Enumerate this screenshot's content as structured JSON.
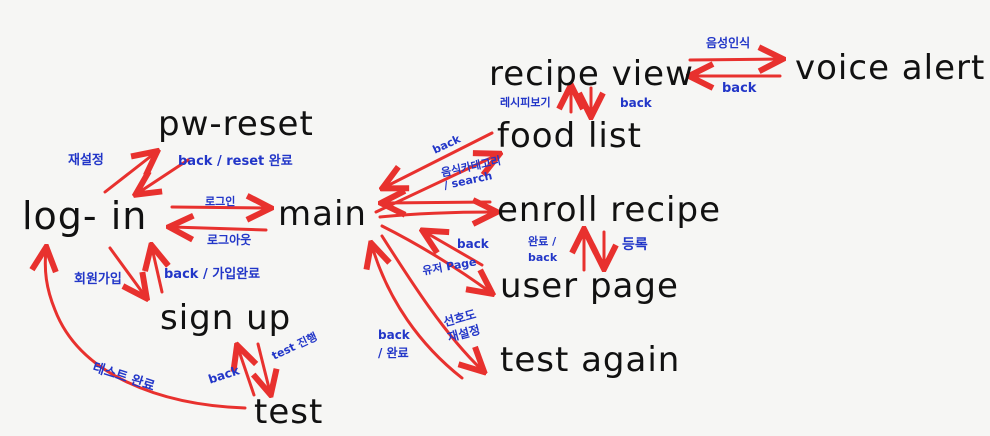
{
  "colors": {
    "background": "#f6f6f4",
    "node_text": "#111111",
    "arrow": "#e8312e",
    "label": "#2236c8"
  },
  "nodes": {
    "login": "log- in",
    "pw_reset": "pw-reset",
    "main": "main",
    "sign_up": "sign up",
    "test": "test",
    "recipe_view": "recipe view",
    "voice_alert": "voice alert",
    "food_list": "food list",
    "enroll_recipe": "enroll recipe",
    "user_page": "user page",
    "test_again": "test again"
  },
  "labels": {
    "reset_pw": "재설정",
    "back_reset_done": "back / reset 완료",
    "login_action": "로그인",
    "logout_action": "로그아웃",
    "register_member": "회원가입",
    "back_signup_done": "back / 가입완료",
    "test_done": "테스트 완료",
    "back_test": "back",
    "test_proceed": "test 진행",
    "voice_recognition": "음성인식",
    "back_voice": "back",
    "recipe_view_action": "레시피보기",
    "back_recipe": "back",
    "back_food": "back",
    "category_search": "음식카테고리 / search",
    "back_enroll": "back",
    "user_page_action": "유저 Page",
    "done_back": "완료 / back",
    "register": "등록",
    "preference_reset": "선호도 재설정",
    "back_done": "back / 완료"
  }
}
